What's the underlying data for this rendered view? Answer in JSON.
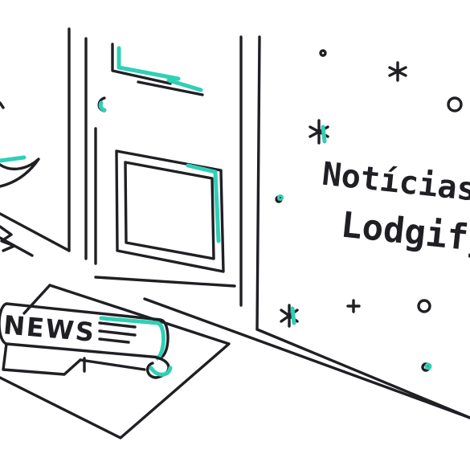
{
  "illustration": {
    "headline_line1": "Notícias",
    "headline_line2": "Lodgify",
    "paper_label": "NEWS",
    "colors": {
      "ink": "#1f1f24",
      "accent": "#2fd0b5",
      "background": "#ffffff"
    }
  }
}
